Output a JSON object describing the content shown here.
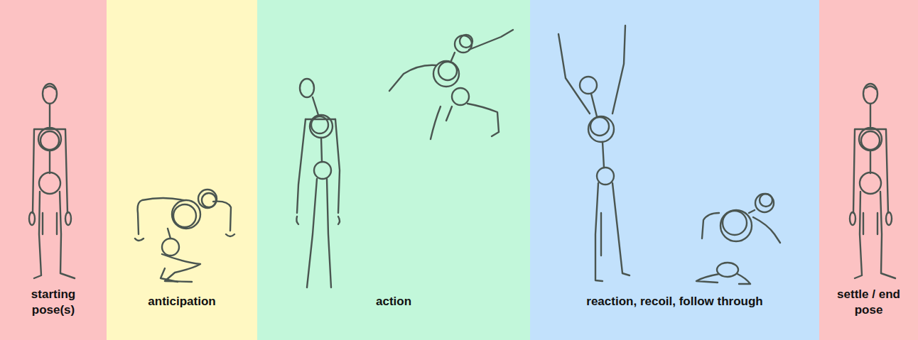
{
  "diagram": {
    "nodes": [
      {
        "text": [
          "starting pose(s)"
        ]
      },
      {
        "text": [
          "anticipation"
        ]
      },
      {
        "text": [
          "action"
        ]
      },
      {
        "text": [
          "reaction, recoil, follow through"
        ]
      },
      {
        "text": [
          "settle / end pose"
        ]
      }
    ]
  }
}
